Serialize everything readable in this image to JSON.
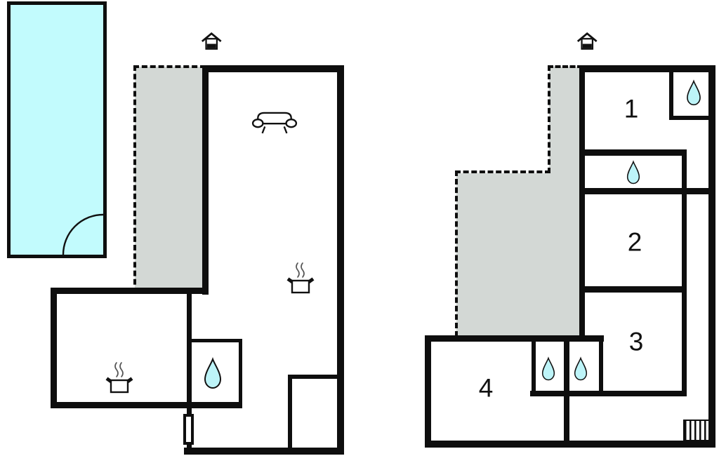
{
  "colors": {
    "wall": "#0e0e0e",
    "pool": "#c2fbfd",
    "terrace": "#d3d8d5",
    "drop": "#bdf4f8",
    "steam": "#555555"
  },
  "plans": {
    "left": {
      "icons": [
        "entrance-house-icon",
        "sofa-icon",
        "cooking-pot-icon",
        "cooking-pot-icon",
        "water-drop-icon",
        "pool",
        "terrace",
        "door-jamb"
      ],
      "room_labels": []
    },
    "right": {
      "icons": [
        "entrance-house-icon",
        "water-drop-icon",
        "water-drop-icon",
        "water-drop-icon",
        "water-drop-icon",
        "stairs-icon",
        "terrace"
      ],
      "room_labels": [
        "1",
        "2",
        "3",
        "4"
      ]
    }
  }
}
